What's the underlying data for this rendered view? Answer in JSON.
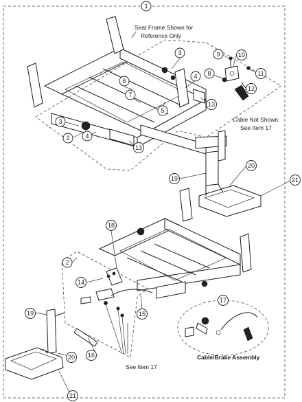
{
  "callouts": {
    "c1": "1",
    "c2a": "2",
    "c2b": "2",
    "c3a": "3",
    "c3b": "3",
    "c4a": "4",
    "c4b": "4",
    "c5": "5",
    "c6": "6",
    "c7": "7",
    "c8": "8",
    "c9": "9",
    "c10": "10",
    "c11": "11",
    "c12": "12",
    "c13a": "13",
    "c13b": "13",
    "c14": "14",
    "c15": "15",
    "c16": "16",
    "c17": "17",
    "c18": "18",
    "c19a": "19",
    "c19b": "19",
    "c20a": "20",
    "c20b": "20",
    "c21a": "21",
    "c21b": "21"
  },
  "notes": {
    "seat_frame_1": "Seat Frame Shown for",
    "seat_frame_2": "Reference Only",
    "cable_1": "Cable Not Shown.",
    "cable_2": "See Item 17",
    "see_item": "See Item 17",
    "assembly_title": "Cable/Brake Assembly"
  },
  "colors": {
    "line": "#1a1a1a",
    "background": "#ffffff"
  }
}
